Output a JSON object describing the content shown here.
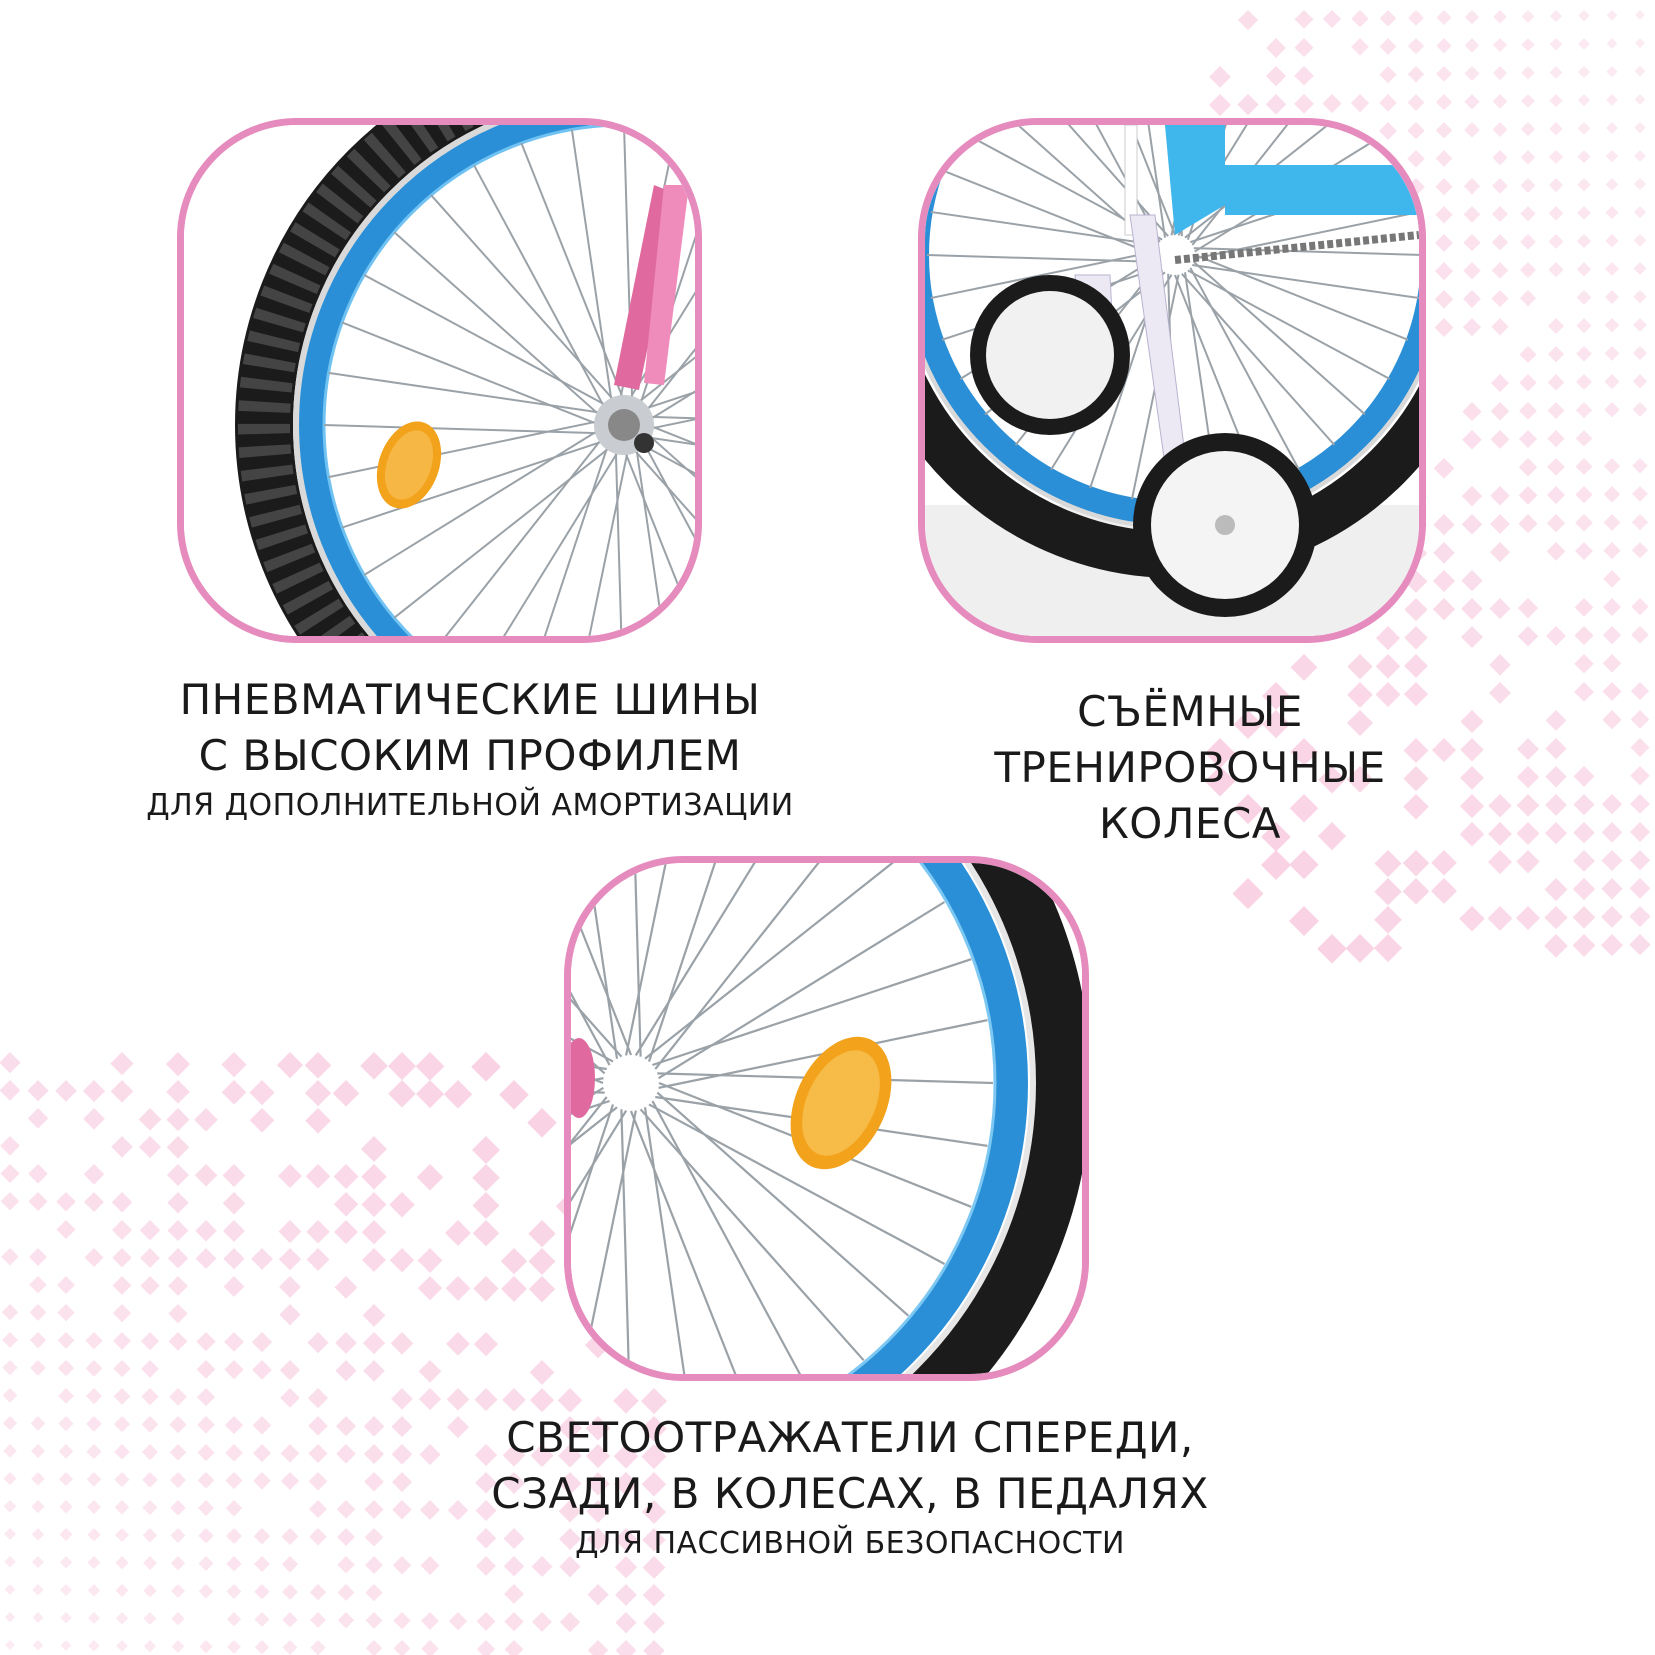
{
  "colors": {
    "frame_border": "#e58bbd",
    "pattern_pink": "#f7c6dc",
    "rim_blue": "#2a8fd6",
    "tire_black": "#1b1b1b",
    "reflector_orange": "#f2a21b",
    "frame_pink": "#e06aa0",
    "frame_light_blue": "#3fb7ec"
  },
  "features": [
    {
      "image_icon": "bicycle-tire-closeup-image",
      "title_line1": "ПНЕВМАТИЧЕСКИЕ ШИНЫ",
      "title_line2": "С ВЫСОКИМ ПРОФИЛЕМ",
      "subtitle": "ДЛЯ ДОПОЛНИТЕЛЬНОЙ АМОРТИЗАЦИИ"
    },
    {
      "image_icon": "training-wheels-image",
      "title_line1": "СЪЁМНЫЕ",
      "title_line2": "ТРЕНИРОВОЧНЫЕ",
      "title_line3": "КОЛЕСА"
    },
    {
      "image_icon": "wheel-reflector-image",
      "title_line1": "СВЕТООТРАЖАТЕЛИ СПЕРЕДИ,",
      "title_line2": "СЗАДИ, В КОЛЕСАХ, В ПЕДАЛЯХ",
      "subtitle": "ДЛЯ ПАССИВНОЙ БЕЗОПАСНОСТИ"
    }
  ]
}
